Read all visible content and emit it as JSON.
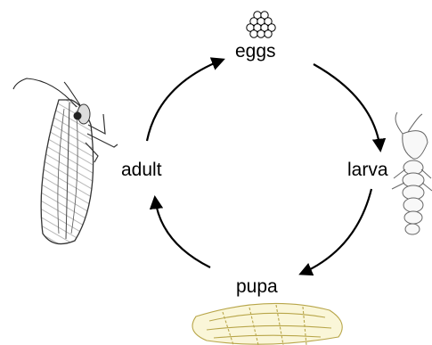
{
  "stages": {
    "eggs": "eggs",
    "larva": "larva",
    "pupa": "pupa",
    "adult": "adult"
  },
  "arrow_color": "#000000",
  "illustrations": {
    "eggs": "eggs-cluster-icon",
    "larva": "lacewing-larva-drawing",
    "pupa": "lacewing-pupa-drawing",
    "adult": "lacewing-adult-drawing"
  }
}
